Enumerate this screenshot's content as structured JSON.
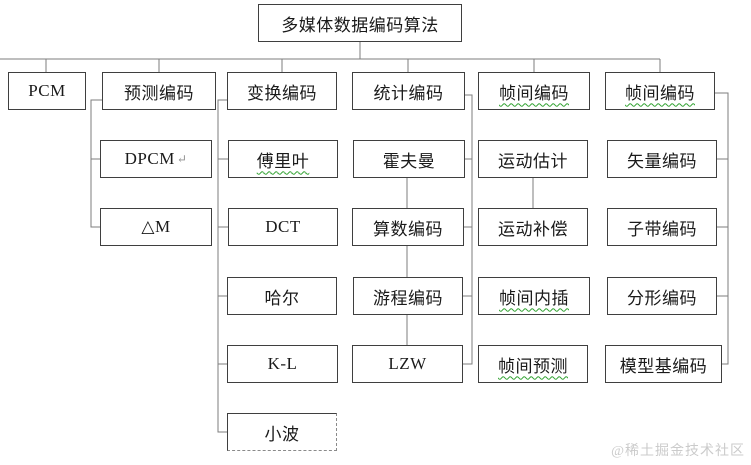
{
  "diagram": {
    "root": {
      "label": "多媒体数据编码算法"
    },
    "branches": [
      {
        "label": "PCM",
        "children": []
      },
      {
        "label": "预测编码",
        "children": [
          {
            "label": "DPCM"
          },
          {
            "label": "△M"
          }
        ]
      },
      {
        "label": "变换编码",
        "children": [
          {
            "label": "傅里叶"
          },
          {
            "label": "DCT"
          },
          {
            "label": "哈尔"
          },
          {
            "label": "K-L"
          },
          {
            "label": "小波"
          }
        ]
      },
      {
        "label": "统计编码",
        "children": [
          {
            "label": "霍夫曼"
          },
          {
            "label": "算数编码"
          },
          {
            "label": "游程编码"
          },
          {
            "label": "LZW"
          }
        ]
      },
      {
        "label": "帧间编码",
        "children": [
          {
            "label": "运动估计"
          },
          {
            "label": "运动补偿"
          },
          {
            "label": "帧间内插"
          },
          {
            "label": "帧间预测"
          }
        ]
      },
      {
        "label": "帧间编码",
        "children": [
          {
            "label": "矢量编码"
          },
          {
            "label": "子带编码"
          },
          {
            "label": "分形编码"
          },
          {
            "label": "模型基编码"
          }
        ]
      }
    ],
    "paragraph_mark": "↵"
  },
  "watermark": {
    "label": "@稀土掘金技术社区"
  },
  "colors": {
    "box_border": "#3f3f3f",
    "connector": "#7d7d7d",
    "misspell_underline": "#2fa12f",
    "watermark_text": "#cbcbcb"
  }
}
